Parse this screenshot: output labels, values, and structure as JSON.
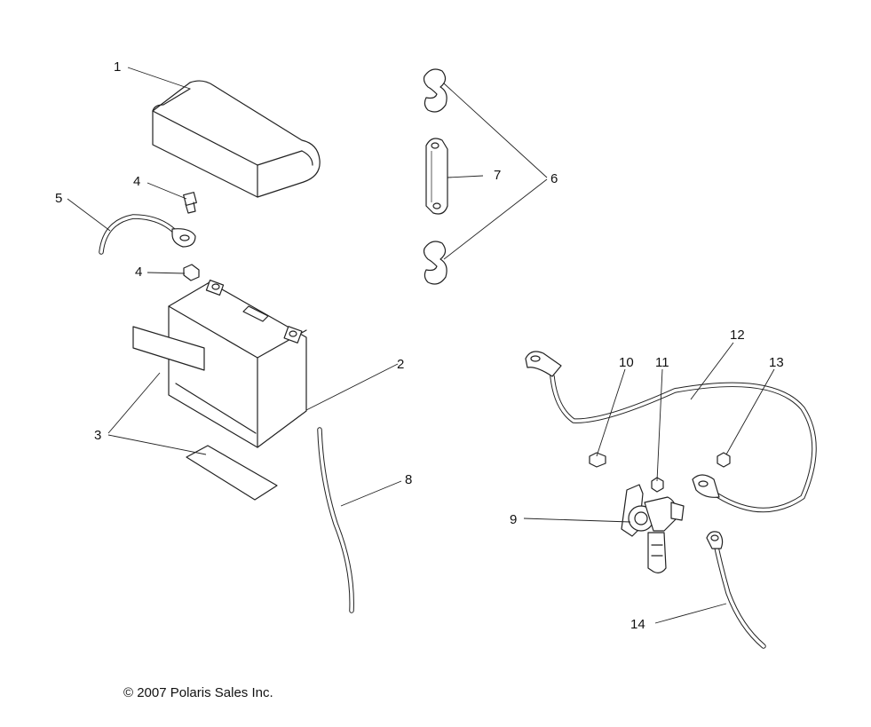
{
  "callouts": [
    {
      "label": "1"
    },
    {
      "label": "2"
    },
    {
      "label": "3"
    },
    {
      "label": "4"
    },
    {
      "label": "4"
    },
    {
      "label": "5"
    },
    {
      "label": "6"
    },
    {
      "label": "7"
    },
    {
      "label": "8"
    },
    {
      "label": "9"
    },
    {
      "label": "10"
    },
    {
      "label": "11"
    },
    {
      "label": "12"
    },
    {
      "label": "13"
    },
    {
      "label": "14"
    }
  ],
  "copyright": "© 2007 Polaris Sales Inc."
}
